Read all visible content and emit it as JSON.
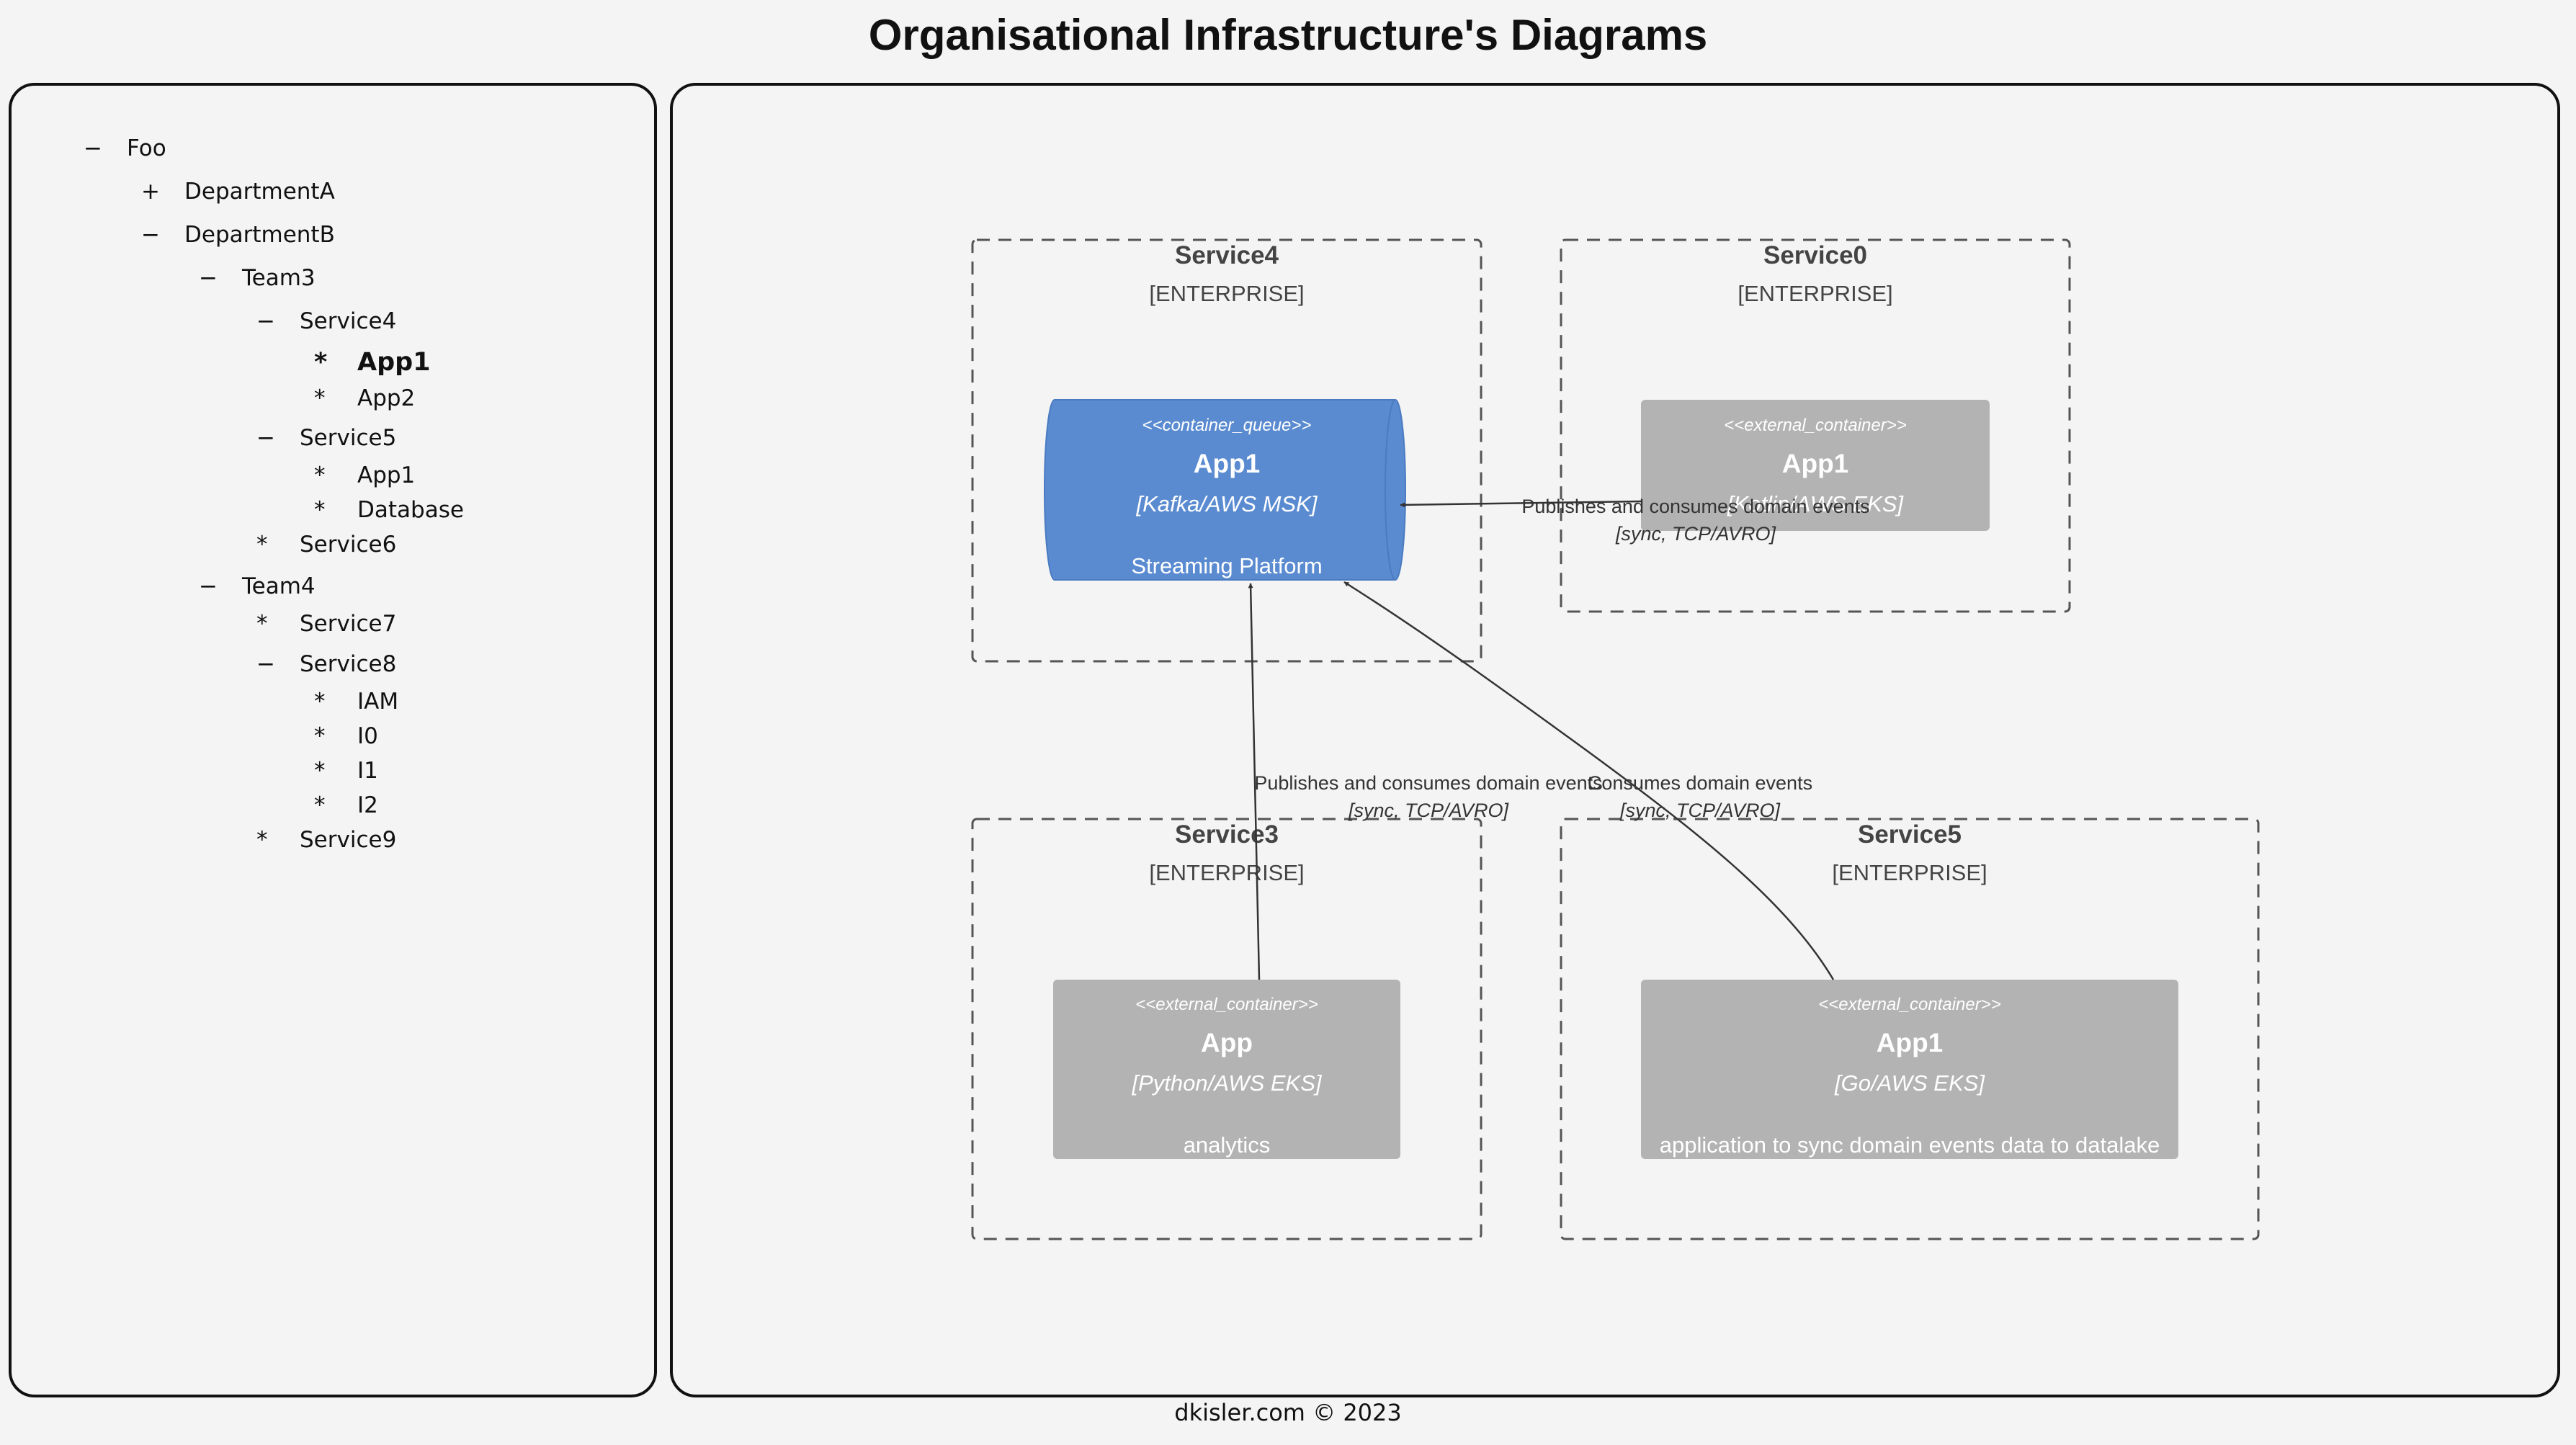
{
  "page": {
    "title": "Organisational Infrastructure's Diagrams",
    "footer": "dkisler.com © 2023"
  },
  "tree": [
    {
      "marker": "−",
      "label": "Foo",
      "level": 0
    },
    {
      "marker": "+",
      "label": "DepartmentA",
      "level": 1
    },
    {
      "marker": "−",
      "label": "DepartmentB",
      "level": 1
    },
    {
      "marker": "−",
      "label": "Team3",
      "level": 2
    },
    {
      "marker": "−",
      "label": "Service4",
      "level": 3
    },
    {
      "marker": "*",
      "label": "App1",
      "level": 4,
      "active": true
    },
    {
      "marker": "*",
      "label": "App2",
      "level": 4
    },
    {
      "marker": "−",
      "label": "Service5",
      "level": 3
    },
    {
      "marker": "*",
      "label": "App1",
      "level": 4
    },
    {
      "marker": "*",
      "label": "Database",
      "level": 4
    },
    {
      "marker": "*",
      "label": "Service6",
      "level": 3
    },
    {
      "marker": "−",
      "label": "Team4",
      "level": 2
    },
    {
      "marker": "*",
      "label": "Service7",
      "level": 3
    },
    {
      "marker": "−",
      "label": "Service8",
      "level": 3
    },
    {
      "marker": "*",
      "label": "IAM",
      "level": 4
    },
    {
      "marker": "*",
      "label": "I0",
      "level": 4
    },
    {
      "marker": "*",
      "label": "I1",
      "level": 4
    },
    {
      "marker": "*",
      "label": "I2",
      "level": 4
    },
    {
      "marker": "*",
      "label": "Service9",
      "level": 3
    }
  ],
  "diagram": {
    "colors": {
      "queue": "#5a8bd1",
      "external": "#b3b3b3",
      "boundary": "#555555",
      "edge": "#333333"
    },
    "boundaries": [
      {
        "name": "Service4",
        "type": "[ENTERPRISE]"
      },
      {
        "name": "Service0",
        "type": "[ENTERPRISE]"
      },
      {
        "name": "Service3",
        "type": "[ENTERPRISE]"
      },
      {
        "name": "Service5",
        "type": "[ENTERPRISE]"
      }
    ],
    "containers": [
      {
        "stereotype": "<<container_queue>>",
        "name": "App1",
        "tech": "[Kafka/AWS MSK]",
        "desc": "Streaming Platform"
      },
      {
        "stereotype": "<<external_container>>",
        "name": "App1",
        "tech": "[Kotlin/AWS EKS]",
        "desc": ""
      },
      {
        "stereotype": "<<external_container>>",
        "name": "App",
        "tech": "[Python/AWS EKS]",
        "desc": "analytics"
      },
      {
        "stereotype": "<<external_container>>",
        "name": "App1",
        "tech": "[Go/AWS EKS]",
        "desc": "application to sync domain events data to datalake"
      }
    ],
    "relations": [
      {
        "label": "Publishes and consumes domain events",
        "tech": "[sync, TCP/AVRO]"
      },
      {
        "label": "Publishes and consumes domain events",
        "tech": "[sync, TCP/AVRO]"
      },
      {
        "label": "Consumes domain events",
        "tech": "[sync, TCP/AVRO]"
      }
    ]
  }
}
